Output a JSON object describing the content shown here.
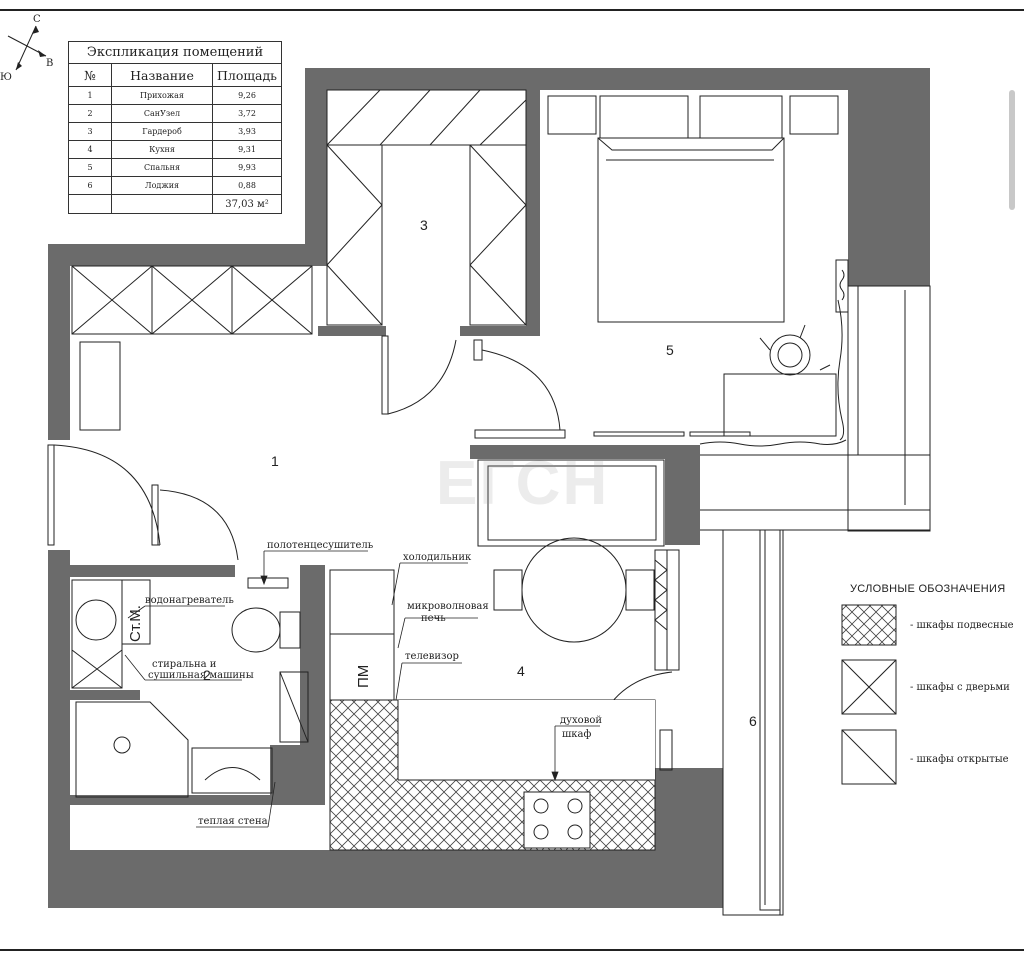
{
  "compass": {
    "north": "С",
    "east": "В",
    "south": "Ю"
  },
  "legend_table": {
    "title": "Экспликация помещений",
    "headers": {
      "num": "№",
      "name": "Название",
      "area": "Площадь"
    },
    "rows": [
      {
        "num": "1",
        "name": "Прихожая",
        "area": "9,26"
      },
      {
        "num": "2",
        "name": "СанУзел",
        "area": "3,72"
      },
      {
        "num": "3",
        "name": "Гардероб",
        "area": "3,93"
      },
      {
        "num": "4",
        "name": "Кухня",
        "area": "9,31"
      },
      {
        "num": "5",
        "name": "Спальня",
        "area": "9,93"
      },
      {
        "num": "6",
        "name": "Лоджия",
        "area": "0,88"
      }
    ],
    "total": "37,03 м²"
  },
  "rooms": {
    "r1": "1",
    "r2": "2",
    "r3": "3",
    "r4": "4",
    "r5": "5",
    "r6": "6"
  },
  "labels": {
    "stm": "Ст.М.",
    "pm": "ПМ",
    "towel_dryer": "полотенцесушитель",
    "fridge": "холодильник",
    "microwave_1": "микроволновая",
    "microwave_2": "печь",
    "water_heater": "водонагреватель",
    "washer_1": "стиральна и",
    "washer_2": "сушильная машины",
    "tv": "телевизор",
    "oven_1": "духовой",
    "oven_2": "шкаф",
    "warm_wall": "теплая стена"
  },
  "symbols": {
    "title": "УСЛОВНЫЕ ОБОЗНАЧЕНИЯ",
    "items": [
      {
        "icon": "hatched-cabinet-icon",
        "label": "- шкафы подвесные"
      },
      {
        "icon": "cross-cabinet-icon",
        "label": "- шкафы с дверьми"
      },
      {
        "icon": "diagonal-cabinet-icon",
        "label": "- шкафы открытые"
      }
    ]
  },
  "watermark": "ЕГСН",
  "colors": {
    "wall": "#6b6b6b",
    "line": "#222222",
    "background": "#ffffff"
  }
}
